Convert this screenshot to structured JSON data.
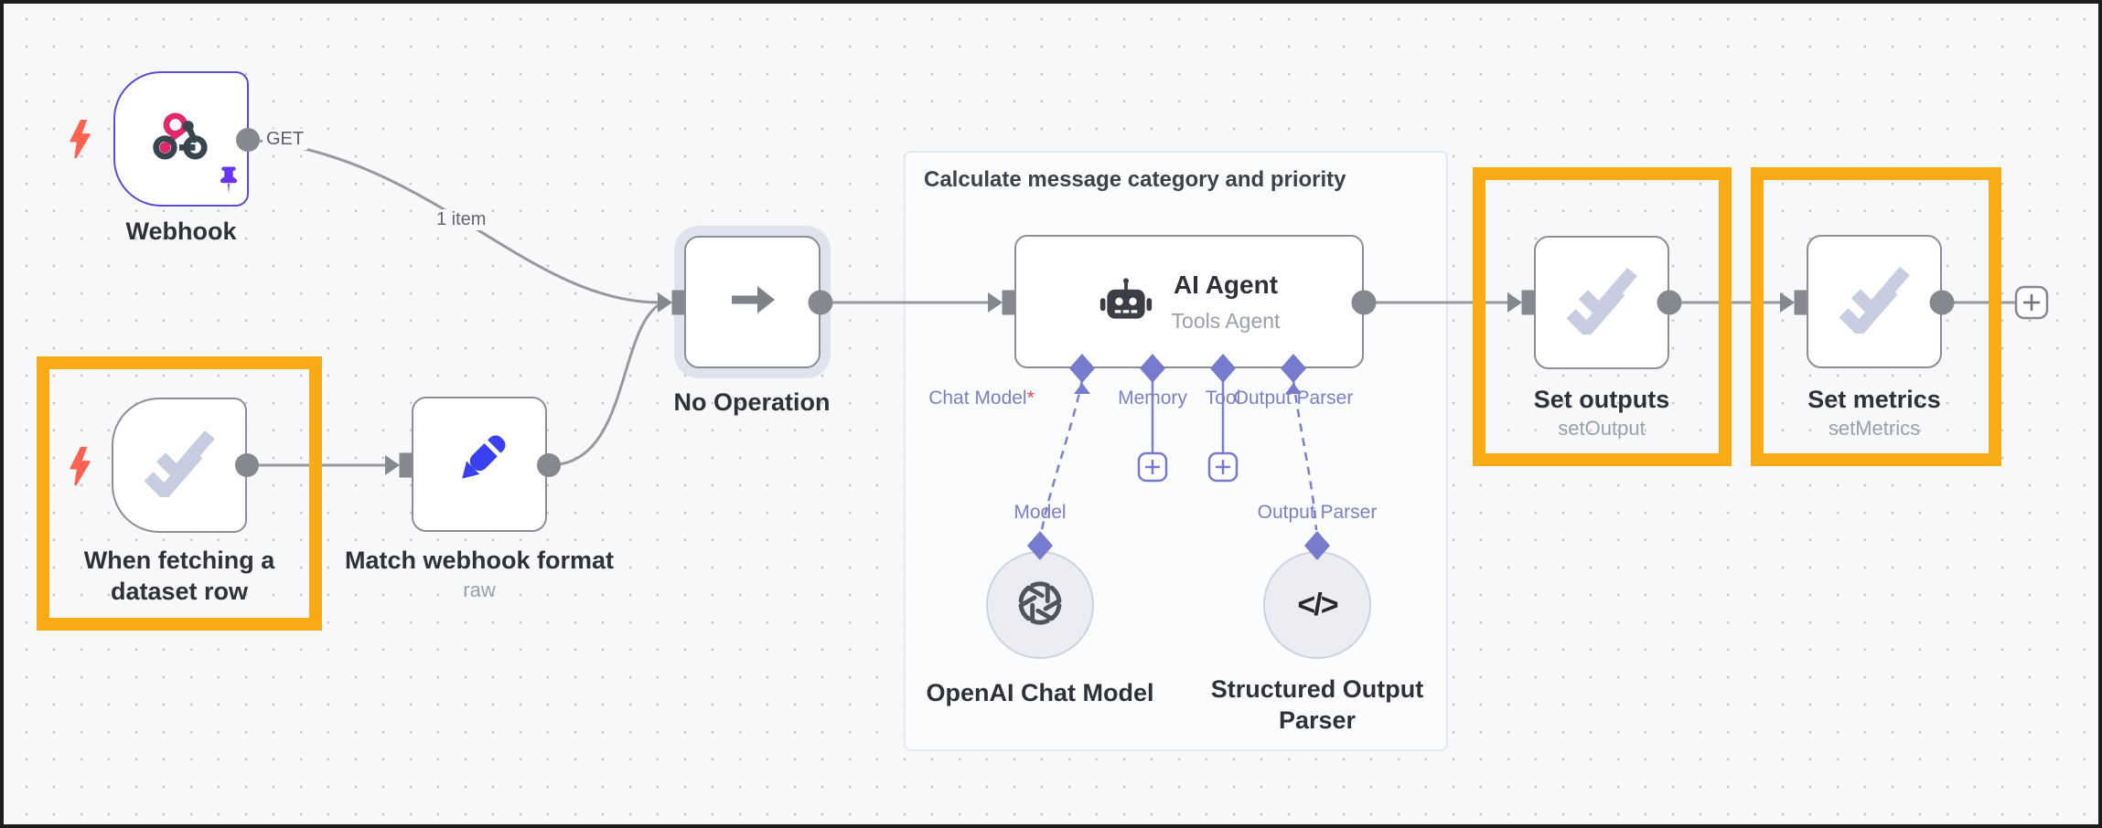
{
  "workflow": {
    "group_title": "Calculate message category and priority",
    "webhook": {
      "name": "Webhook",
      "method_label": "GET",
      "connection_label": "1 item"
    },
    "dataset_trigger": {
      "name": "When fetching a dataset row"
    },
    "match_format": {
      "name": "Match webhook format",
      "subtitle": "raw"
    },
    "no_operation": {
      "name": "No Operation"
    },
    "ai_agent": {
      "name": "AI Agent",
      "subtitle": "Tools Agent",
      "ports": [
        {
          "label": "Chat Model",
          "required_marker": "*"
        },
        {
          "label": "Memory"
        },
        {
          "label": "Tool"
        },
        {
          "label": "Output Parser"
        }
      ]
    },
    "openai_model": {
      "name": "OpenAI Chat Model",
      "port_label": "Model"
    },
    "output_parser": {
      "name": "Structured Output Parser",
      "port_label": "Output Parser"
    },
    "set_outputs": {
      "name": "Set outputs",
      "subtitle": "setOutput"
    },
    "set_metrics": {
      "name": "Set metrics",
      "subtitle": "setMetrics"
    }
  },
  "icons": {
    "code": "</>"
  },
  "colors": {
    "highlight_orange": "#f9ab16",
    "trigger_purple": "#5c4bd8",
    "connector_purple": "#7a7fd0",
    "wire_gray": "#97999e",
    "bolt_red": "#ff6250",
    "pin_purple": "#6a35f2",
    "canvas_bg": "#f7f8fa"
  }
}
